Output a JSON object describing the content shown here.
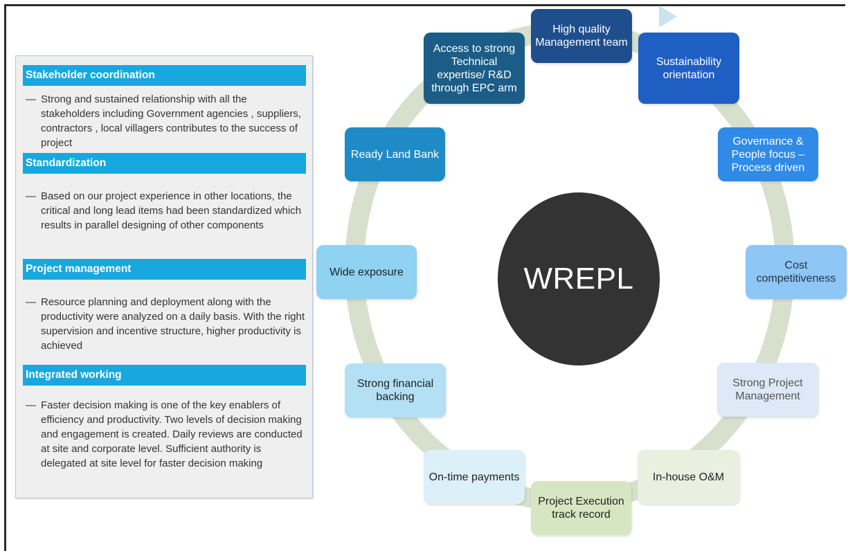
{
  "left_panel": {
    "sections": [
      {
        "title": "Stakeholder coordination",
        "dash": "—",
        "body": "Strong and sustained relationship with all the stakeholders including Government agencies , suppliers, contractors , local villagers contributes to the success of project"
      },
      {
        "title": "Standardization",
        "dash": "—",
        "body": "Based on our project experience in other locations, the critical and long lead items had been standardized which results in parallel designing of other components"
      },
      {
        "title": "Project management",
        "dash": "—",
        "body": "Resource planning and deployment along with the productivity were analyzed on a daily basis. With the right supervision and incentive structure, higher productivity is achieved"
      },
      {
        "title": "Integrated working",
        "dash": "—",
        "body": "Faster decision making is one of the key enablers of efficiency and productivity. Two levels of decision making and engagement is created. Daily reviews are conducted at site and corporate level. Sufficient authority is delegated at site level for faster decision making"
      }
    ]
  },
  "diagram": {
    "center_label": "WREPL",
    "nodes": [
      {
        "label": "High quality Management team",
        "color": "#1f4e8c"
      },
      {
        "label": "Sustainability orientation",
        "color": "#1f5fc4"
      },
      {
        "label": "Governance & People focus – Process driven",
        "color": "#2f8ae8"
      },
      {
        "label": "Cost competitiveness",
        "color": "#8ec6f5"
      },
      {
        "label": "Strong Project Management",
        "color": "#dde9f7"
      },
      {
        "label": "In-house O&M",
        "color": "#e9f0df"
      },
      {
        "label": "Project Execution track record",
        "color": "#d6e6c2"
      },
      {
        "label": "On-time payments",
        "color": "#dcf0fa"
      },
      {
        "label": "Strong financial backing",
        "color": "#b3e0f5"
      },
      {
        "label": "Wide exposure",
        "color": "#8fd2f2"
      },
      {
        "label": "Ready Land Bank",
        "color": "#1e8bc7"
      },
      {
        "label": "Access to strong Technical expertise/ R&D through EPC arm",
        "color": "#1b5d86"
      }
    ]
  }
}
